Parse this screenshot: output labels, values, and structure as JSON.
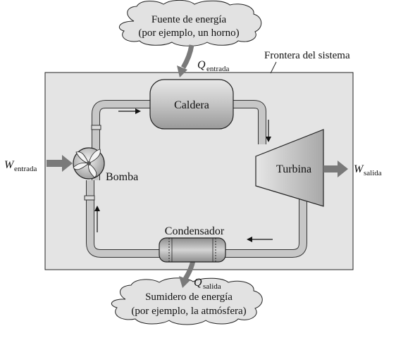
{
  "source_cloud": {
    "line1": "Fuente de energía",
    "line2": "(por ejemplo, un horno)"
  },
  "sink_cloud": {
    "line1": "Sumidero de energía",
    "line2": "(por ejemplo, la atmósfera)"
  },
  "boundary_label": "Frontera del sistema",
  "heat_in": {
    "symbol": "Q",
    "subscript": "entrada"
  },
  "heat_out": {
    "symbol": "Q",
    "subscript": "salida"
  },
  "work_in": {
    "symbol": "W",
    "subscript": "entrada"
  },
  "work_out": {
    "symbol": "W",
    "subscript": "salida"
  },
  "components": {
    "boiler": "Caldera",
    "turbine": "Turbina",
    "condenser": "Condensador",
    "pump": "Bomba"
  },
  "colors": {
    "system_fill": "#e4e4e4",
    "cloud_fill": "#e2e2e2",
    "pipe": "#c7c7c7",
    "arrow": "#7a7a7a"
  }
}
